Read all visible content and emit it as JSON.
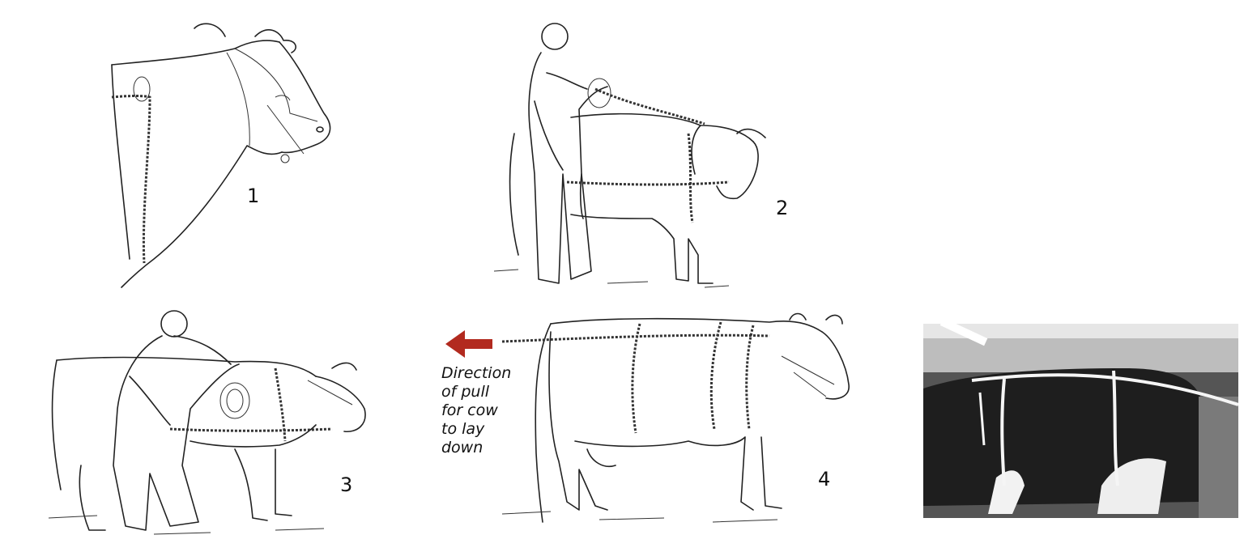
{
  "steps": [
    {
      "number": "1"
    },
    {
      "number": "2"
    },
    {
      "number": "3"
    },
    {
      "number": "4"
    }
  ],
  "annotation": {
    "lines": [
      "Direction",
      "of pull",
      "for cow",
      "to lay",
      "down"
    ]
  },
  "colors": {
    "arrow": "#b22a1f",
    "ink": "#222222",
    "photo_bg": "#3a3a3a"
  }
}
